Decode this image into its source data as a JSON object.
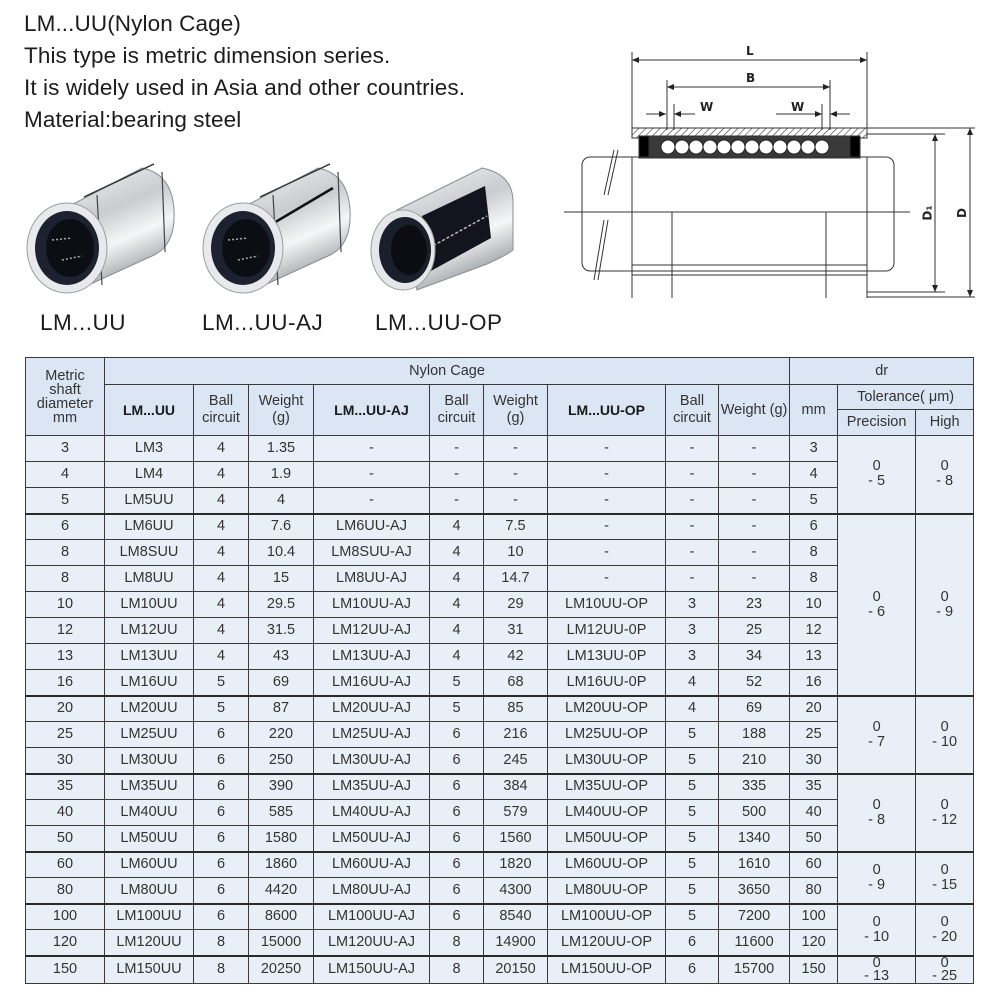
{
  "intro": {
    "title": "LM...UU(Nylon Cage)",
    "line1": "This type is metric dimension series.",
    "line2": "It is widely used in Asia and other countries.",
    "line3": "Material:bearing steel"
  },
  "products": [
    {
      "label": "LM...UU",
      "icon": "linear-bearing-closed-icon"
    },
    {
      "label": "LM...UU-AJ",
      "icon": "linear-bearing-adjustable-icon"
    },
    {
      "label": "LM...UU-OP",
      "icon": "linear-bearing-open-icon"
    }
  ],
  "diagram": {
    "labels": {
      "L": "L",
      "B": "B",
      "W1": "W",
      "W2": "W",
      "D1": "D₁",
      "D": "D"
    }
  },
  "table": {
    "headers": {
      "shaft": "Metric shaft diameter mm",
      "nylon_cage": "Nylon Cage",
      "dr": "dr",
      "lm_uu": "LM...UU",
      "ball_circuit": "Ball circuit",
      "weight": "Weight (g)",
      "lm_uu_aj": "LM...UU-AJ",
      "lm_uu_op": "LM...UU-OP",
      "mm": "mm",
      "tolerance": "Tolerance( μm)",
      "precision": "Precision",
      "high": "High"
    },
    "rows": [
      {
        "d": "3",
        "uu": "LM3",
        "uu_bc": "4",
        "uu_w": "1.35",
        "aj": "-",
        "aj_bc": "-",
        "aj_w": "-",
        "op": "-",
        "op_bc": "-",
        "op_w": "-",
        "mm": "3"
      },
      {
        "d": "4",
        "uu": "LM4",
        "uu_bc": "4",
        "uu_w": "1.9",
        "aj": "-",
        "aj_bc": "-",
        "aj_w": "-",
        "op": "-",
        "op_bc": "-",
        "op_w": "-",
        "mm": "4"
      },
      {
        "d": "5",
        "uu": "LM5UU",
        "uu_bc": "4",
        "uu_w": "4",
        "aj": "-",
        "aj_bc": "-",
        "aj_w": "-",
        "op": "-",
        "op_bc": "-",
        "op_w": "-",
        "mm": "5"
      },
      {
        "d": "6",
        "uu": "LM6UU",
        "uu_bc": "4",
        "uu_w": "7.6",
        "aj": "LM6UU-AJ",
        "aj_bc": "4",
        "aj_w": "7.5",
        "op": "-",
        "op_bc": "-",
        "op_w": "-",
        "mm": "6"
      },
      {
        "d": "8",
        "uu": "LM8SUU",
        "uu_bc": "4",
        "uu_w": "10.4",
        "aj": "LM8SUU-AJ",
        "aj_bc": "4",
        "aj_w": "10",
        "op": "-",
        "op_bc": "-",
        "op_w": "-",
        "mm": "8"
      },
      {
        "d": "8",
        "uu": "LM8UU",
        "uu_bc": "4",
        "uu_w": "15",
        "aj": "LM8UU-AJ",
        "aj_bc": "4",
        "aj_w": "14.7",
        "op": "-",
        "op_bc": "-",
        "op_w": "-",
        "mm": "8"
      },
      {
        "d": "10",
        "uu": "LM10UU",
        "uu_bc": "4",
        "uu_w": "29.5",
        "aj": "LM10UU-AJ",
        "aj_bc": "4",
        "aj_w": "29",
        "op": "LM10UU-OP",
        "op_bc": "3",
        "op_w": "23",
        "mm": "10"
      },
      {
        "d": "12",
        "uu": "LM12UU",
        "uu_bc": "4",
        "uu_w": "31.5",
        "aj": "LM12UU-AJ",
        "aj_bc": "4",
        "aj_w": "31",
        "op": "LM12UU-0P",
        "op_bc": "3",
        "op_w": "25",
        "mm": "12"
      },
      {
        "d": "13",
        "uu": "LM13UU",
        "uu_bc": "4",
        "uu_w": "43",
        "aj": "LM13UU-AJ",
        "aj_bc": "4",
        "aj_w": "42",
        "op": "LM13UU-0P",
        "op_bc": "3",
        "op_w": "34",
        "mm": "13"
      },
      {
        "d": "16",
        "uu": "LM16UU",
        "uu_bc": "5",
        "uu_w": "69",
        "aj": "LM16UU-AJ",
        "aj_bc": "5",
        "aj_w": "68",
        "op": "LM16UU-0P",
        "op_bc": "4",
        "op_w": "52",
        "mm": "16"
      },
      {
        "d": "20",
        "uu": "LM20UU",
        "uu_bc": "5",
        "uu_w": "87",
        "aj": "LM20UU-AJ",
        "aj_bc": "5",
        "aj_w": "85",
        "op": "LM20UU-OP",
        "op_bc": "4",
        "op_w": "69",
        "mm": "20"
      },
      {
        "d": "25",
        "uu": "LM25UU",
        "uu_bc": "6",
        "uu_w": "220",
        "aj": "LM25UU-AJ",
        "aj_bc": "6",
        "aj_w": "216",
        "op": "LM25UU-OP",
        "op_bc": "5",
        "op_w": "188",
        "mm": "25"
      },
      {
        "d": "30",
        "uu": "LM30UU",
        "uu_bc": "6",
        "uu_w": "250",
        "aj": "LM30UU-AJ",
        "aj_bc": "6",
        "aj_w": "245",
        "op": "LM30UU-OP",
        "op_bc": "5",
        "op_w": "210",
        "mm": "30"
      },
      {
        "d": "35",
        "uu": "LM35UU",
        "uu_bc": "6",
        "uu_w": "390",
        "aj": "LM35UU-AJ",
        "aj_bc": "6",
        "aj_w": "384",
        "op": "LM35UU-OP",
        "op_bc": "5",
        "op_w": "335",
        "mm": "35"
      },
      {
        "d": "40",
        "uu": "LM40UU",
        "uu_bc": "6",
        "uu_w": "585",
        "aj": "LM40UU-AJ",
        "aj_bc": "6",
        "aj_w": "579",
        "op": "LM40UU-OP",
        "op_bc": "5",
        "op_w": "500",
        "mm": "40"
      },
      {
        "d": "50",
        "uu": "LM50UU",
        "uu_bc": "6",
        "uu_w": "1580",
        "aj": "LM50UU-AJ",
        "aj_bc": "6",
        "aj_w": "1560",
        "op": "LM50UU-OP",
        "op_bc": "5",
        "op_w": "1340",
        "mm": "50"
      },
      {
        "d": "60",
        "uu": "LM60UU",
        "uu_bc": "6",
        "uu_w": "1860",
        "aj": "LM60UU-AJ",
        "aj_bc": "6",
        "aj_w": "1820",
        "op": "LM60UU-OP",
        "op_bc": "5",
        "op_w": "1610",
        "mm": "60"
      },
      {
        "d": "80",
        "uu": "LM80UU",
        "uu_bc": "6",
        "uu_w": "4420",
        "aj": "LM80UU-AJ",
        "aj_bc": "6",
        "aj_w": "4300",
        "op": "LM80UU-OP",
        "op_bc": "5",
        "op_w": "3650",
        "mm": "80"
      },
      {
        "d": "100",
        "uu": "LM100UU",
        "uu_bc": "6",
        "uu_w": "8600",
        "aj": "LM100UU-AJ",
        "aj_bc": "6",
        "aj_w": "8540",
        "op": "LM100UU-OP",
        "op_bc": "5",
        "op_w": "7200",
        "mm": "100"
      },
      {
        "d": "120",
        "uu": "LM120UU",
        "uu_bc": "8",
        "uu_w": "15000",
        "aj": "LM120UU-AJ",
        "aj_bc": "8",
        "aj_w": "14900",
        "op": "LM120UU-OP",
        "op_bc": "6",
        "op_w": "11600",
        "mm": "120"
      },
      {
        "d": "150",
        "uu": "LM150UU",
        "uu_bc": "8",
        "uu_w": "20250",
        "aj": "LM150UU-AJ",
        "aj_bc": "8",
        "aj_w": "20150",
        "op": "LM150UU-OP",
        "op_bc": "6",
        "op_w": "15700",
        "mm": "150"
      }
    ],
    "tolerance_groups": [
      {
        "rows": 3,
        "precision_top": "0",
        "precision_bottom": "- 5",
        "high_top": "0",
        "high_bottom": "- 8"
      },
      {
        "rows": 7,
        "precision_top": "0",
        "precision_bottom": "- 6",
        "high_top": "0",
        "high_bottom": "- 9"
      },
      {
        "rows": 3,
        "precision_top": "0",
        "precision_bottom": "- 7",
        "high_top": "0",
        "high_bottom": "- 10"
      },
      {
        "rows": 3,
        "precision_top": "0",
        "precision_bottom": "- 8",
        "high_top": "0",
        "high_bottom": "- 12"
      },
      {
        "rows": 2,
        "precision_top": "0",
        "precision_bottom": "- 9",
        "high_top": "0",
        "high_bottom": "- 15"
      },
      {
        "rows": 2,
        "precision_top": "0",
        "precision_bottom": "- 10",
        "high_top": "0",
        "high_bottom": "- 20"
      },
      {
        "rows": 1,
        "precision_top": "0",
        "precision_bottom": "- 13",
        "high_top": "0",
        "high_bottom": "- 25"
      }
    ]
  }
}
